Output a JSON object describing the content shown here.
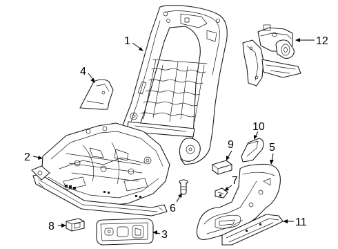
{
  "diagram": {
    "callouts": [
      {
        "id": "1",
        "label": "1"
      },
      {
        "id": "2",
        "label": "2"
      },
      {
        "id": "3",
        "label": "3"
      },
      {
        "id": "4",
        "label": "4"
      },
      {
        "id": "5",
        "label": "5"
      },
      {
        "id": "6",
        "label": "6"
      },
      {
        "id": "7",
        "label": "7"
      },
      {
        "id": "8",
        "label": "8"
      },
      {
        "id": "9",
        "label": "9"
      },
      {
        "id": "10",
        "label": "10"
      },
      {
        "id": "11",
        "label": "11"
      },
      {
        "id": "12",
        "label": "12"
      }
    ],
    "parts": [
      {
        "callout": "1",
        "name": "seat-back-frame"
      },
      {
        "callout": "2",
        "name": "seat-cushion-frame"
      },
      {
        "callout": "3",
        "name": "seat-adjust-switch"
      },
      {
        "callout": "4",
        "name": "side-cover-panel"
      },
      {
        "callout": "5",
        "name": "outer-side-shield"
      },
      {
        "callout": "6",
        "name": "pin-fastener"
      },
      {
        "callout": "7",
        "name": "small-clip"
      },
      {
        "callout": "8",
        "name": "switch-knob"
      },
      {
        "callout": "9",
        "name": "small-knob"
      },
      {
        "callout": "10",
        "name": "lever-cap"
      },
      {
        "callout": "11",
        "name": "trim-strip"
      },
      {
        "callout": "12",
        "name": "lumbar-motor-assembly"
      }
    ]
  }
}
